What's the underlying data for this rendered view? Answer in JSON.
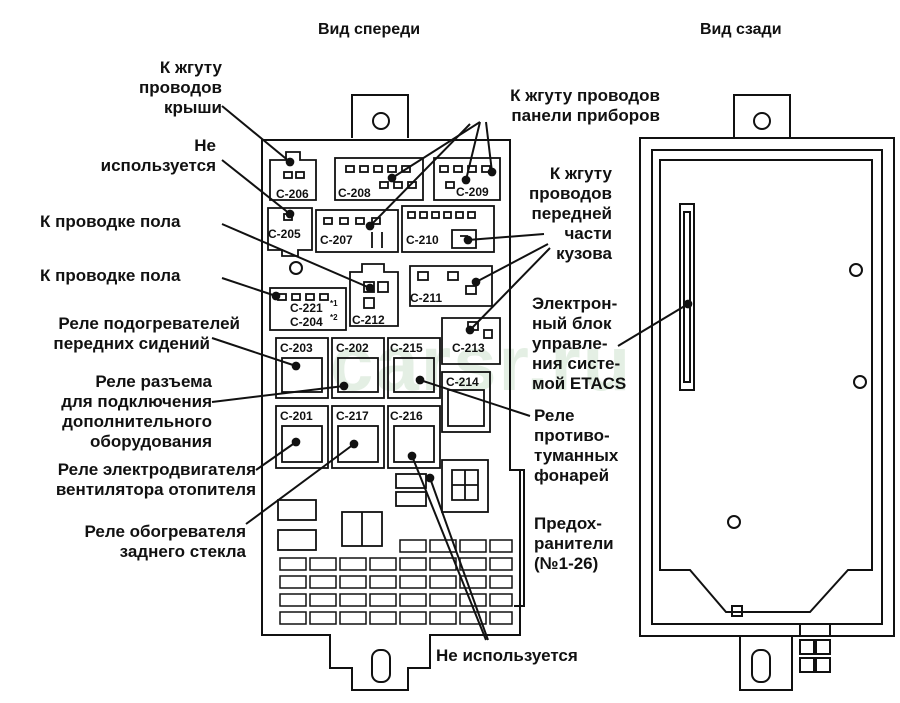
{
  "titles": {
    "front": "Вид спереди",
    "rear": "Вид сзади"
  },
  "watermark": "carsr.ru",
  "connectors": {
    "c206": "C-206",
    "c208": "C-208",
    "c209": "C-209",
    "c205": "C-205",
    "c207": "C-207",
    "c210": "C-210",
    "c211": "C-211",
    "c221": "C-221",
    "c221_mark": "*1",
    "c204": "C-204",
    "c204_mark": "*2",
    "c212": "C-212",
    "c213": "C-213",
    "c203": "C-203",
    "c202": "C-202",
    "c215": "C-215",
    "c214": "C-214",
    "c201": "C-201",
    "c217": "C-217",
    "c216": "C-216"
  },
  "labels": {
    "roof": [
      "К жгуту",
      "проводов",
      "крыши"
    ],
    "not_used_top": [
      "Не",
      "используется"
    ],
    "floor_1": "К проводке пола",
    "floor_2": "К проводке пола",
    "seat_heater": [
      "Реле подогревателей",
      "передних сидений"
    ],
    "accessory": [
      "Реле разъема",
      "для подключения",
      "дополнительного",
      "оборудования"
    ],
    "fan_motor": [
      "Реле электродвигателя",
      "вентилятора отопителя"
    ],
    "rear_defog": [
      "Реле обогревателя",
      "заднего стекла"
    ],
    "instrument_panel": [
      "К жгуту проводов",
      "панели приборов"
    ],
    "front_body": [
      "К жгуту",
      "проводов",
      "передней",
      "части",
      "кузова"
    ],
    "etacs": [
      "Электрон-",
      "ный блок",
      "управле-",
      "ния систе-",
      "мой ETACS"
    ],
    "fog_relay": [
      "Реле",
      "противо-",
      "туманных",
      "фонарей"
    ],
    "fuses": [
      "Предох-",
      "ранители",
      "(№1-26)"
    ],
    "not_used_bottom": "Не используется"
  }
}
